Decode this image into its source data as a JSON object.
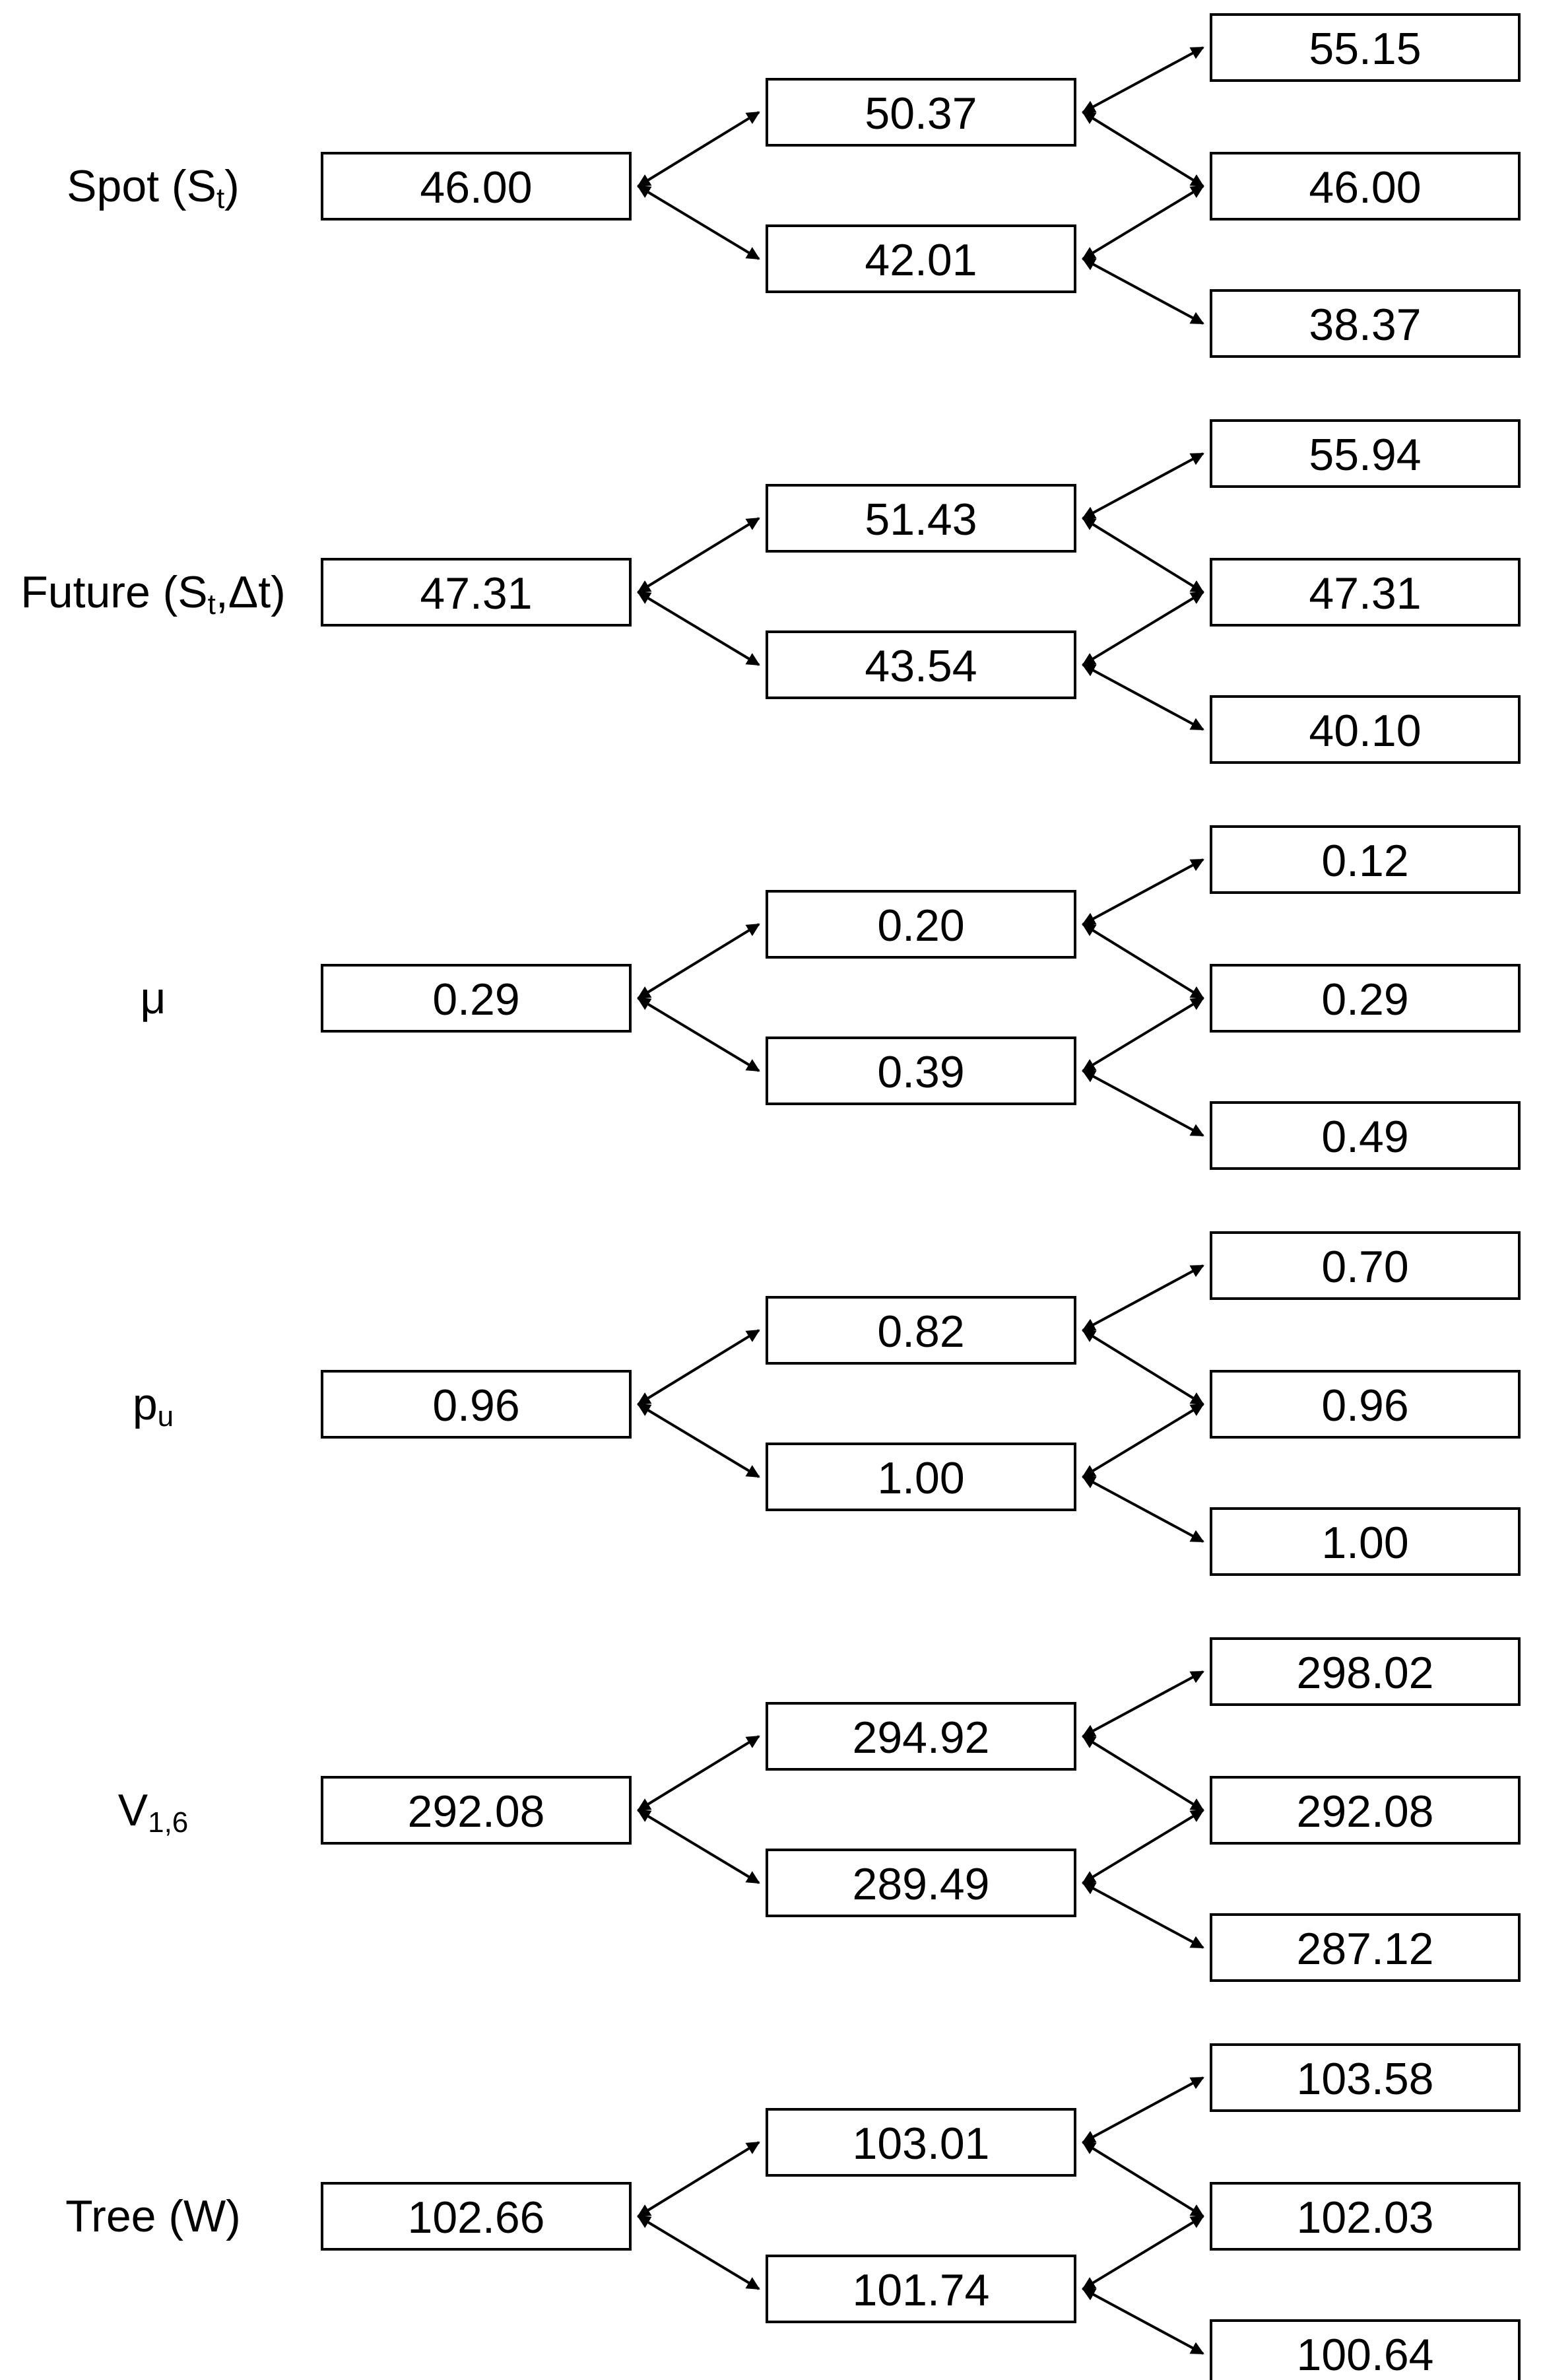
{
  "trees": [
    {
      "id": "spot",
      "label": {
        "main": "Spot (S",
        "sub": "t",
        "tail": ")"
      },
      "nodes": {
        "root": "46.00",
        "up": "50.37",
        "down": "42.01",
        "uu": "55.15",
        "ud": "46.00",
        "dd": "38.37"
      }
    },
    {
      "id": "future",
      "label": {
        "main": "Future (S",
        "sub": "t",
        "tail": ",Δt)"
      },
      "nodes": {
        "root": "47.31",
        "up": "51.43",
        "down": "43.54",
        "uu": "55.94",
        "ud": "47.31",
        "dd": "40.10"
      }
    },
    {
      "id": "mu",
      "label": {
        "main": "μ",
        "sub": "",
        "tail": ""
      },
      "nodes": {
        "root": "0.29",
        "up": "0.20",
        "down": "0.39",
        "uu": "0.12",
        "ud": "0.29",
        "dd": "0.49"
      }
    },
    {
      "id": "pu",
      "label": {
        "main": "p",
        "sub": "u",
        "tail": ""
      },
      "nodes": {
        "root": "0.96",
        "up": "0.82",
        "down": "1.00",
        "uu": "0.70",
        "ud": "0.96",
        "dd": "1.00"
      }
    },
    {
      "id": "v16",
      "label": {
        "main": "V",
        "sub": "1,6",
        "tail": ""
      },
      "nodes": {
        "root": "292.08",
        "up": "294.92",
        "down": "289.49",
        "uu": "298.02",
        "ud": "292.08",
        "dd": "287.12"
      }
    },
    {
      "id": "tree-w",
      "label": {
        "main": "Tree (W)",
        "sub": "",
        "tail": ""
      },
      "nodes": {
        "root": "102.66",
        "up": "103.01",
        "down": "101.74",
        "uu": "103.58",
        "ud": "102.03",
        "dd": "100.64"
      }
    }
  ]
}
